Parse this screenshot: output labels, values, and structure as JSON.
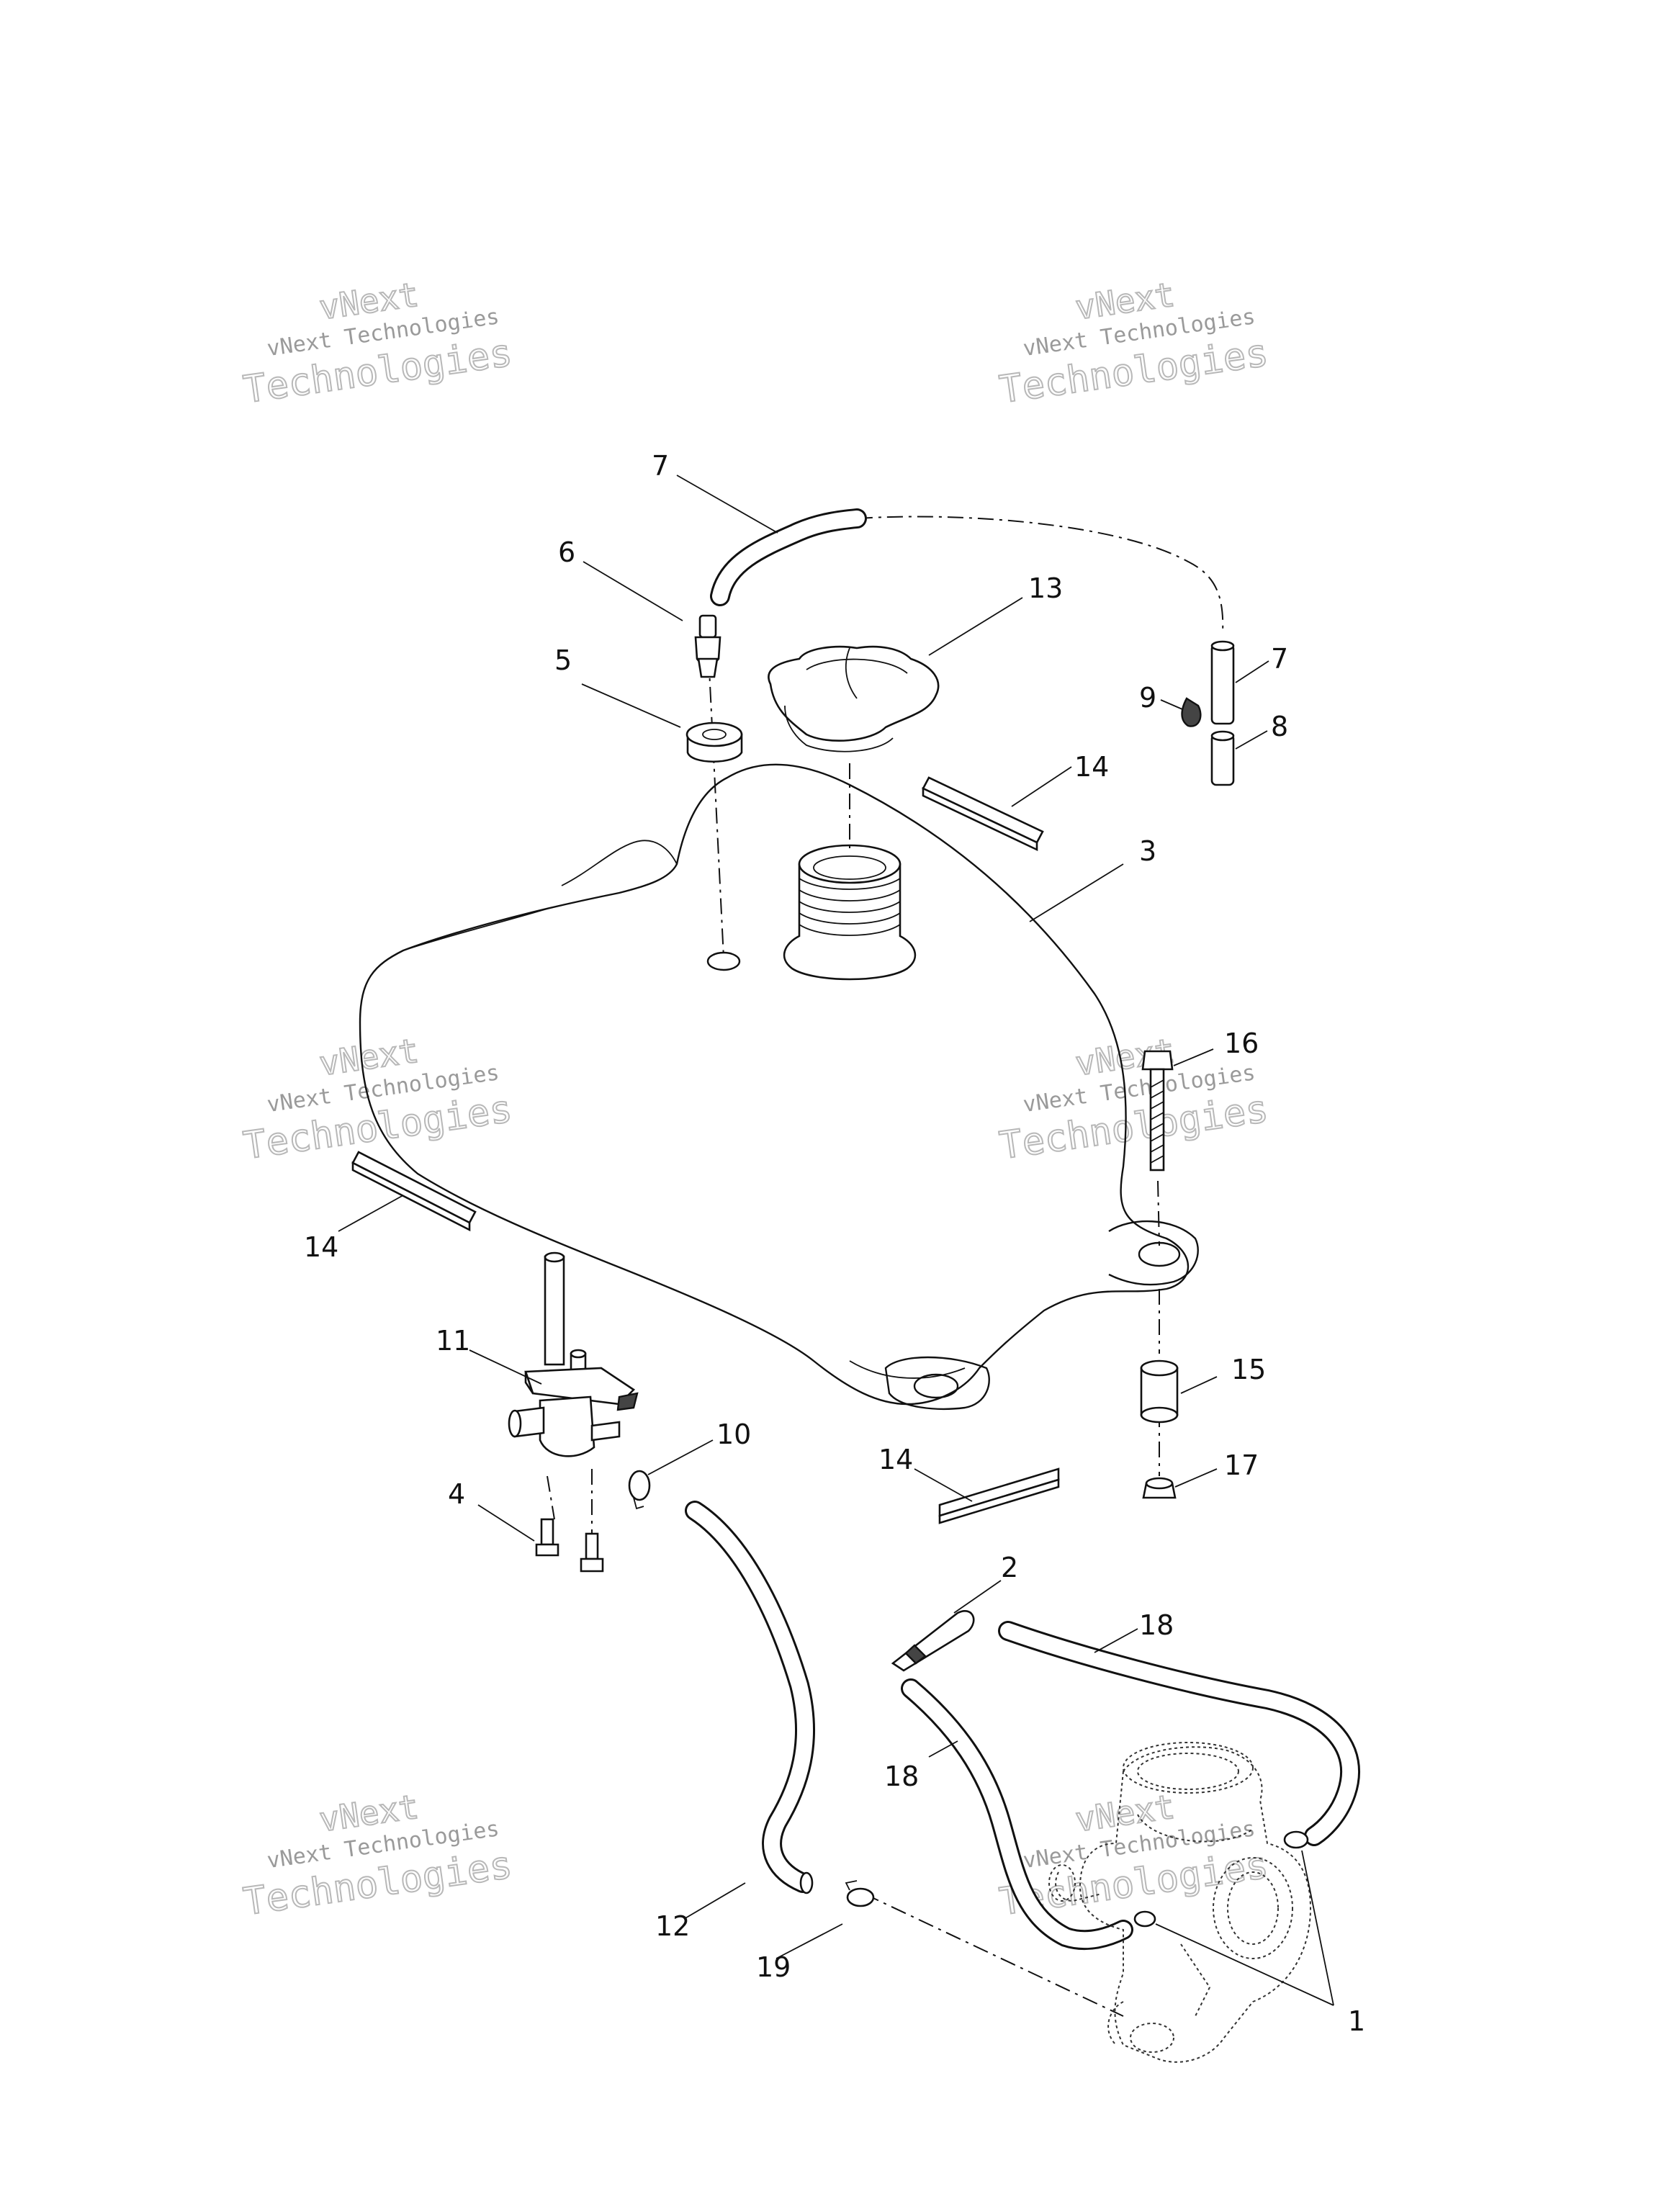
{
  "watermarks": [
    {
      "line1": "vNext",
      "line2": "vNext Technologies",
      "line3": "Technologies"
    },
    {
      "line1": "vNext",
      "line2": "vNext Technologies",
      "line3": "Technologies"
    },
    {
      "line1": "vNext",
      "line2": "vNext Technologies",
      "line3": "Technologies"
    },
    {
      "line1": "vNext",
      "line2": "vNext Technologies",
      "line3": "Technologies"
    },
    {
      "line1": "vNext",
      "line2": "vNext Technologies",
      "line3": "Technologies"
    },
    {
      "line1": "vNext",
      "line2": "vNext Technologies",
      "line3": "Technologies"
    }
  ],
  "callouts": {
    "c1": "1",
    "c2": "2",
    "c3": "3",
    "c4": "4",
    "c5": "5",
    "c6": "6",
    "c7a": "7",
    "c7b": "7",
    "c8": "8",
    "c9": "9",
    "c10": "10",
    "c11": "11",
    "c12": "12",
    "c13": "13",
    "c14a": "14",
    "c14b": "14",
    "c14c": "14",
    "c15": "15",
    "c16": "16",
    "c17": "17",
    "c18a": "18",
    "c18b": "18",
    "c19": "19"
  }
}
